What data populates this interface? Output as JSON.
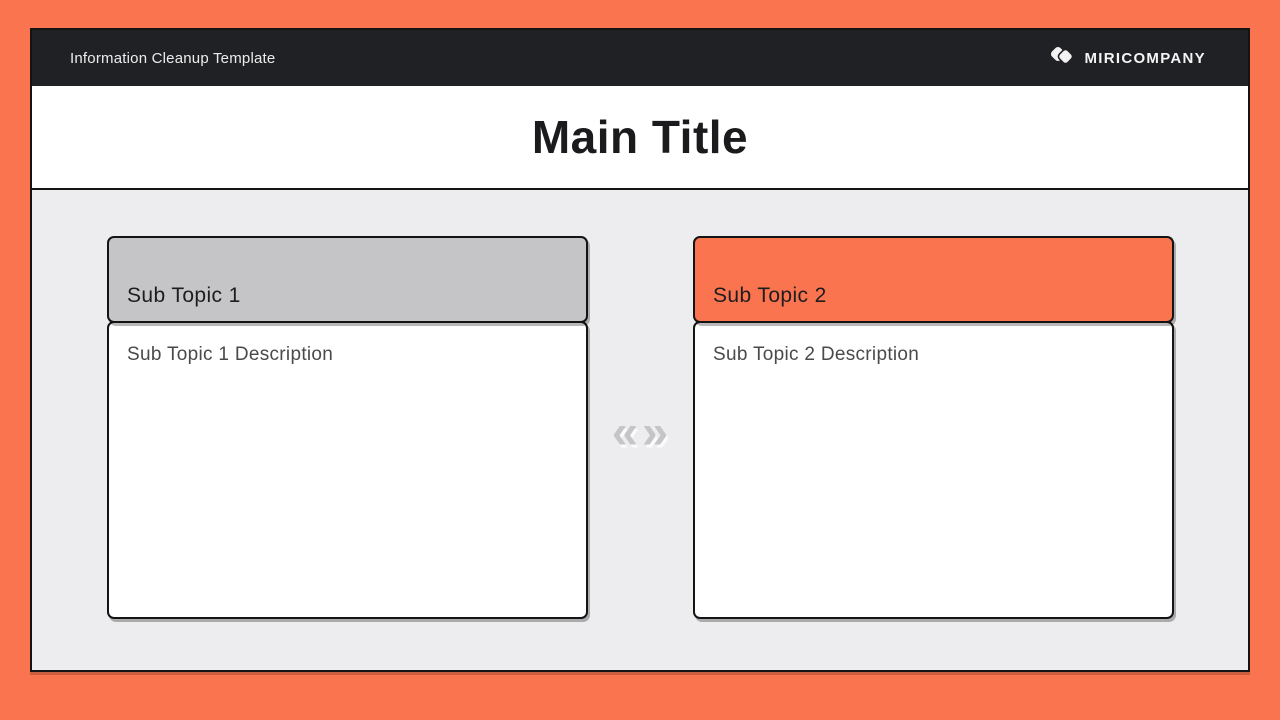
{
  "topbar": {
    "title": "Information Cleanup Template",
    "brand": {
      "name": "MIRICOMPANY",
      "icon": "overlapping-cards-icon"
    }
  },
  "slide": {
    "main_title": "Main Title"
  },
  "cards": [
    {
      "title": "Sub Topic 1",
      "description": "Sub Topic 1 Description",
      "header_color": "#C5C5C7"
    },
    {
      "title": "Sub Topic 2",
      "description": "Sub Topic 2 Description",
      "header_color": "#FB7450"
    }
  ],
  "pager": {
    "prev_label": "«",
    "next_label": "»"
  },
  "colors": {
    "page_background": "#FB7450",
    "topbar_background": "#202124",
    "content_background": "#EDEDEF",
    "border": "#141414",
    "chevron": "#C5C5C7"
  }
}
